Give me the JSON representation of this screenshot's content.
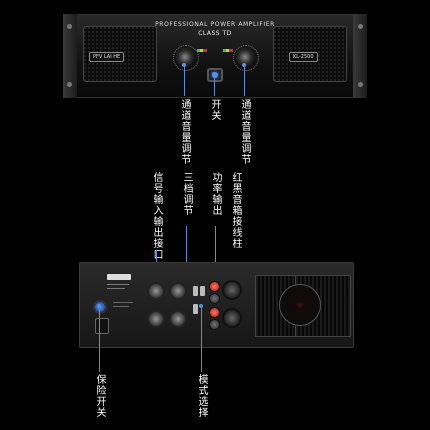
{
  "front_panel": {
    "title": "PROFESSIONAL POWER AMPLIFIER",
    "class_label": "CLASS TD",
    "brand_badge": "PFV LAI HE",
    "model_badge": "KL-2500"
  },
  "callouts": {
    "left_volume": "通道音量调节",
    "power_switch": "开关",
    "right_volume": "通道音量调节",
    "signal_io": "信号输入输出接口",
    "three_gear": "三档调节",
    "power_output": "功率输出",
    "speaker_posts": "红黑音箱接线柱",
    "fuse_switch": "保险开关",
    "mode_select": "模式选择"
  },
  "colors": {
    "callout_line": "#5a8fd6",
    "background": "#000000",
    "power_led": "#4a90ff"
  }
}
